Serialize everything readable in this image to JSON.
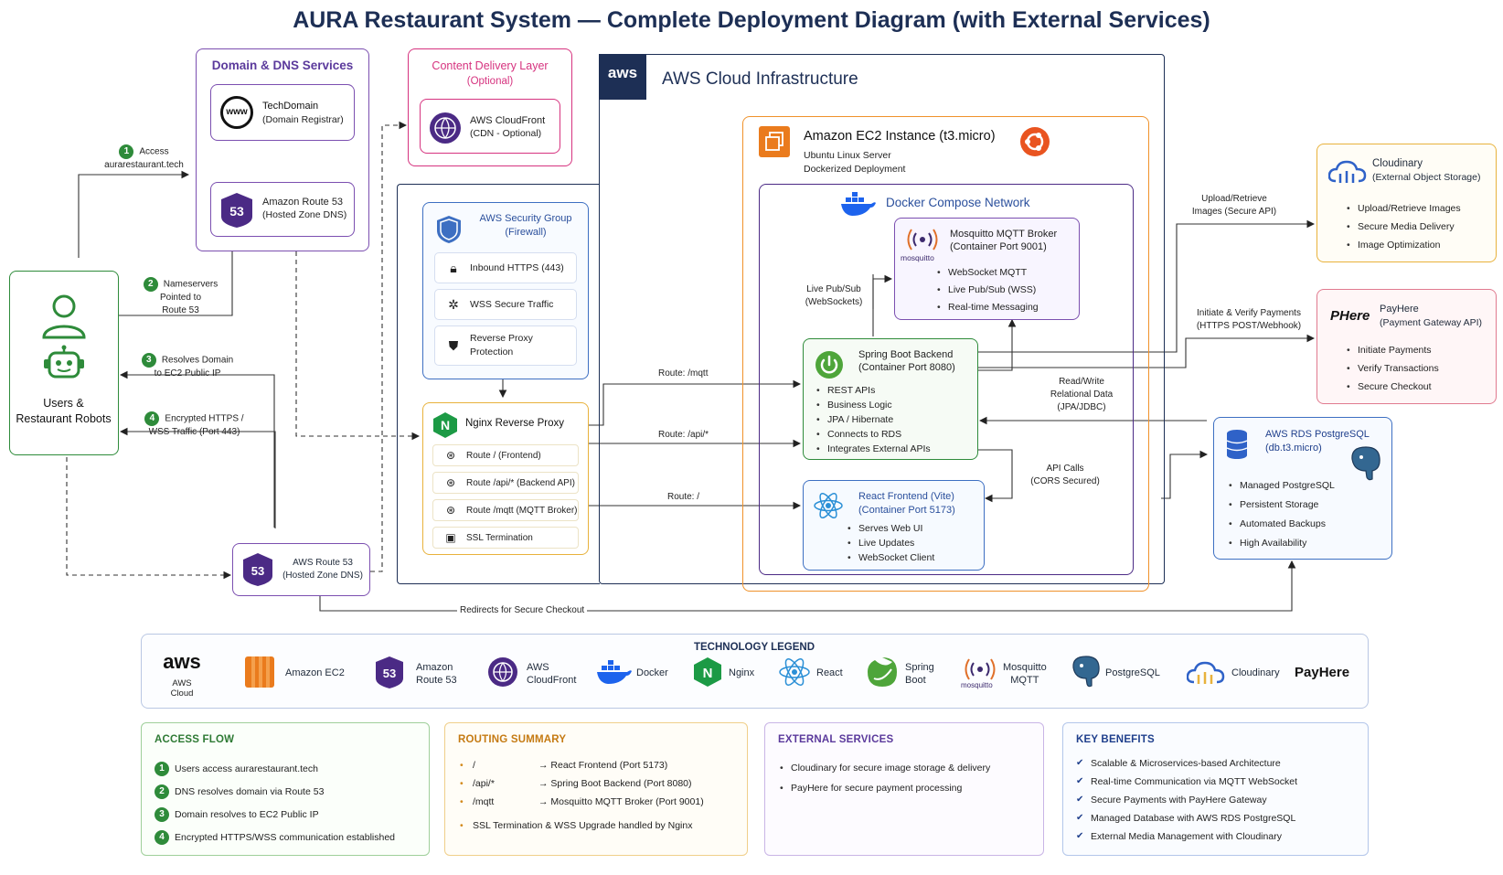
{
  "title": "AURA Restaurant System — Complete Deployment Diagram (with External Services)",
  "users": {
    "label_line1": "Users &",
    "label_line2": "Restaurant Robots"
  },
  "flow_labels": {
    "step1": {
      "num": "1",
      "line1": "Access",
      "line2": "aurarestaurant.tech"
    },
    "step2": {
      "num": "2",
      "line1": "Nameservers",
      "line2": "Pointed to",
      "line3": "Route 53"
    },
    "step3": {
      "num": "3",
      "line1": "Resolves Domain",
      "line2": "to EC2 Public IP"
    },
    "step4": {
      "num": "4",
      "line1": "Encrypted HTTPS /",
      "line2": "WSS Traffic (Port 443)"
    }
  },
  "dns_services": {
    "title": "Domain & DNS Services",
    "techdomain": {
      "icon_text": "www",
      "line1": "TechDomain",
      "line2": "(Domain Registrar)"
    },
    "route53": {
      "icon_text": "53",
      "line1": "Amazon Route 53",
      "line2": "(Hosted Zone DNS)"
    }
  },
  "cdn": {
    "title": "Content Delivery Layer",
    "subtitle": "(Optional)",
    "cloudfront": {
      "line1": "AWS CloudFront",
      "line2": "(CDN - Optional)"
    }
  },
  "aws_cloud": {
    "logo": "aws",
    "title": "AWS Cloud Infrastructure"
  },
  "security_group": {
    "title_line1": "AWS Security Group",
    "title_line2": "(Firewall)",
    "rows": [
      "Inbound HTTPS (443)",
      "WSS Secure Traffic",
      "Reverse Proxy",
      "Protection"
    ]
  },
  "nginx": {
    "title": "Nginx Reverse Proxy",
    "rows": [
      "Route / (Frontend)",
      "Route /api/* (Backend API)",
      "Route /mqtt (MQTT Broker)",
      "SSL Termination"
    ]
  },
  "ec2": {
    "title": "Amazon EC2 Instance (t3.micro)",
    "line1": "Ubuntu Linux Server",
    "line2": "Dockerized Deployment"
  },
  "docker_network": {
    "title": "Docker Compose Network"
  },
  "mosquitto": {
    "logo_text": "mosquitto",
    "line1": "Mosquitto MQTT Broker",
    "line2": "(Container Port 9001)",
    "bullets": [
      "WebSocket MQTT",
      "Live Pub/Sub (WSS)",
      "Real-time Messaging"
    ]
  },
  "spring": {
    "line1": "Spring Boot Backend",
    "line2": "(Container Port 8080)",
    "bullets": [
      "REST APIs",
      "Business Logic",
      "JPA / Hibernate",
      "Connects to RDS",
      "Integrates External APIs"
    ]
  },
  "react": {
    "line1": "React Frontend (Vite)",
    "line2": "(Container Port 5173)",
    "bullets": [
      "Serves Web UI",
      "Live Updates",
      "WebSocket Client"
    ]
  },
  "route_labels": {
    "mqtt": "Route: /mqtt",
    "api": "Route: /api/*",
    "root": "Route: /",
    "live_pubsub_1": "Live Pub/Sub",
    "live_pubsub_2": "(WebSockets)",
    "upload_1": "Upload/Retrieve",
    "upload_2": "Images (Secure API)",
    "pay_1": "Initiate & Verify Payments",
    "pay_2": "(HTTPS POST/Webhook)",
    "rw_1": "Read/Write",
    "rw_2": "Relational Data",
    "rw_3": "(JPA/JDBC)",
    "api_1": "API Calls",
    "api_2": "(CORS Secured)",
    "redirect": "Redirects for Secure Checkout"
  },
  "aws_route53_lower": {
    "line1": "AWS Route 53",
    "line2": "(Hosted Zone DNS)"
  },
  "cloudinary": {
    "line1": "Cloudinary",
    "line2": "(External Object Storage)",
    "bullets": [
      "Upload/Retrieve Images",
      "Secure Media Delivery",
      "Image Optimization"
    ]
  },
  "payhere": {
    "logo": "PHere",
    "line1": "PayHere",
    "line2": "(Payment Gateway API)",
    "bullets": [
      "Initiate Payments",
      "Verify Transactions",
      "Secure Checkout"
    ]
  },
  "rds": {
    "line1": "AWS RDS PostgreSQL",
    "line2": "(db.t3.micro)",
    "bullets": [
      "Managed PostgreSQL",
      "Persistent Storage",
      "Automated Backups",
      "High Availability"
    ]
  },
  "legend": {
    "title": "TECHNOLOGY LEGEND",
    "aws_logo": "aws",
    "aws_label": "AWS Cloud",
    "items": {
      "ec2": "Amazon EC2",
      "route53_1": "Amazon",
      "route53_2": "Route 53",
      "cloudfront_1": "AWS",
      "cloudfront_2": "CloudFront",
      "docker": "Docker",
      "nginx": "Nginx",
      "react": "React",
      "spring_1": "Spring",
      "spring_2": "Boot",
      "mosquitto_1": "Mosquitto",
      "mosquitto_2": "MQTT",
      "mosquitto_logo": "mosquitto",
      "postgres": "PostgreSQL",
      "cloudinary": "Cloudinary",
      "payhere": "PayHere"
    }
  },
  "access_flow": {
    "title": "ACCESS FLOW",
    "items": [
      {
        "num": "1",
        "text": "Users access aurarestaurant.tech"
      },
      {
        "num": "2",
        "text": "DNS resolves domain via Route 53"
      },
      {
        "num": "3",
        "text": "Domain resolves to EC2 Public IP"
      },
      {
        "num": "4",
        "text": "Encrypted HTTPS/WSS communication established"
      }
    ]
  },
  "routing_summary": {
    "title": "ROUTING SUMMARY",
    "items": [
      {
        "path": "/",
        "target": "→ React Frontend (Port 5173)"
      },
      {
        "path": "/api/*",
        "target": "→ Spring Boot Backend (Port 8080)"
      },
      {
        "path": "/mqtt",
        "target": "→ Mosquitto MQTT Broker (Port 9001)"
      }
    ],
    "note": "SSL Termination & WSS Upgrade handled by Nginx"
  },
  "external_services": {
    "title": "EXTERNAL SERVICES",
    "items": [
      "Cloudinary for secure image storage & delivery",
      "PayHere for secure payment processing"
    ]
  },
  "key_benefits": {
    "title": "KEY BENEFITS",
    "items": [
      "Scalable & Microservices-based Architecture",
      "Real-time Communication via MQTT WebSocket",
      "Secure Payments with PayHere Gateway",
      "Managed Database with AWS RDS PostgreSQL",
      "External Media Management with Cloudinary"
    ]
  },
  "colors": {
    "navy": "#1d2f55",
    "purple": "#7b4fb0",
    "pink": "#d6337f",
    "orange": "#f0922b",
    "green": "#2e8b3a",
    "blue": "#3d6fc2",
    "gold": "#e8b23c",
    "red_pink": "#e07a8f"
  }
}
